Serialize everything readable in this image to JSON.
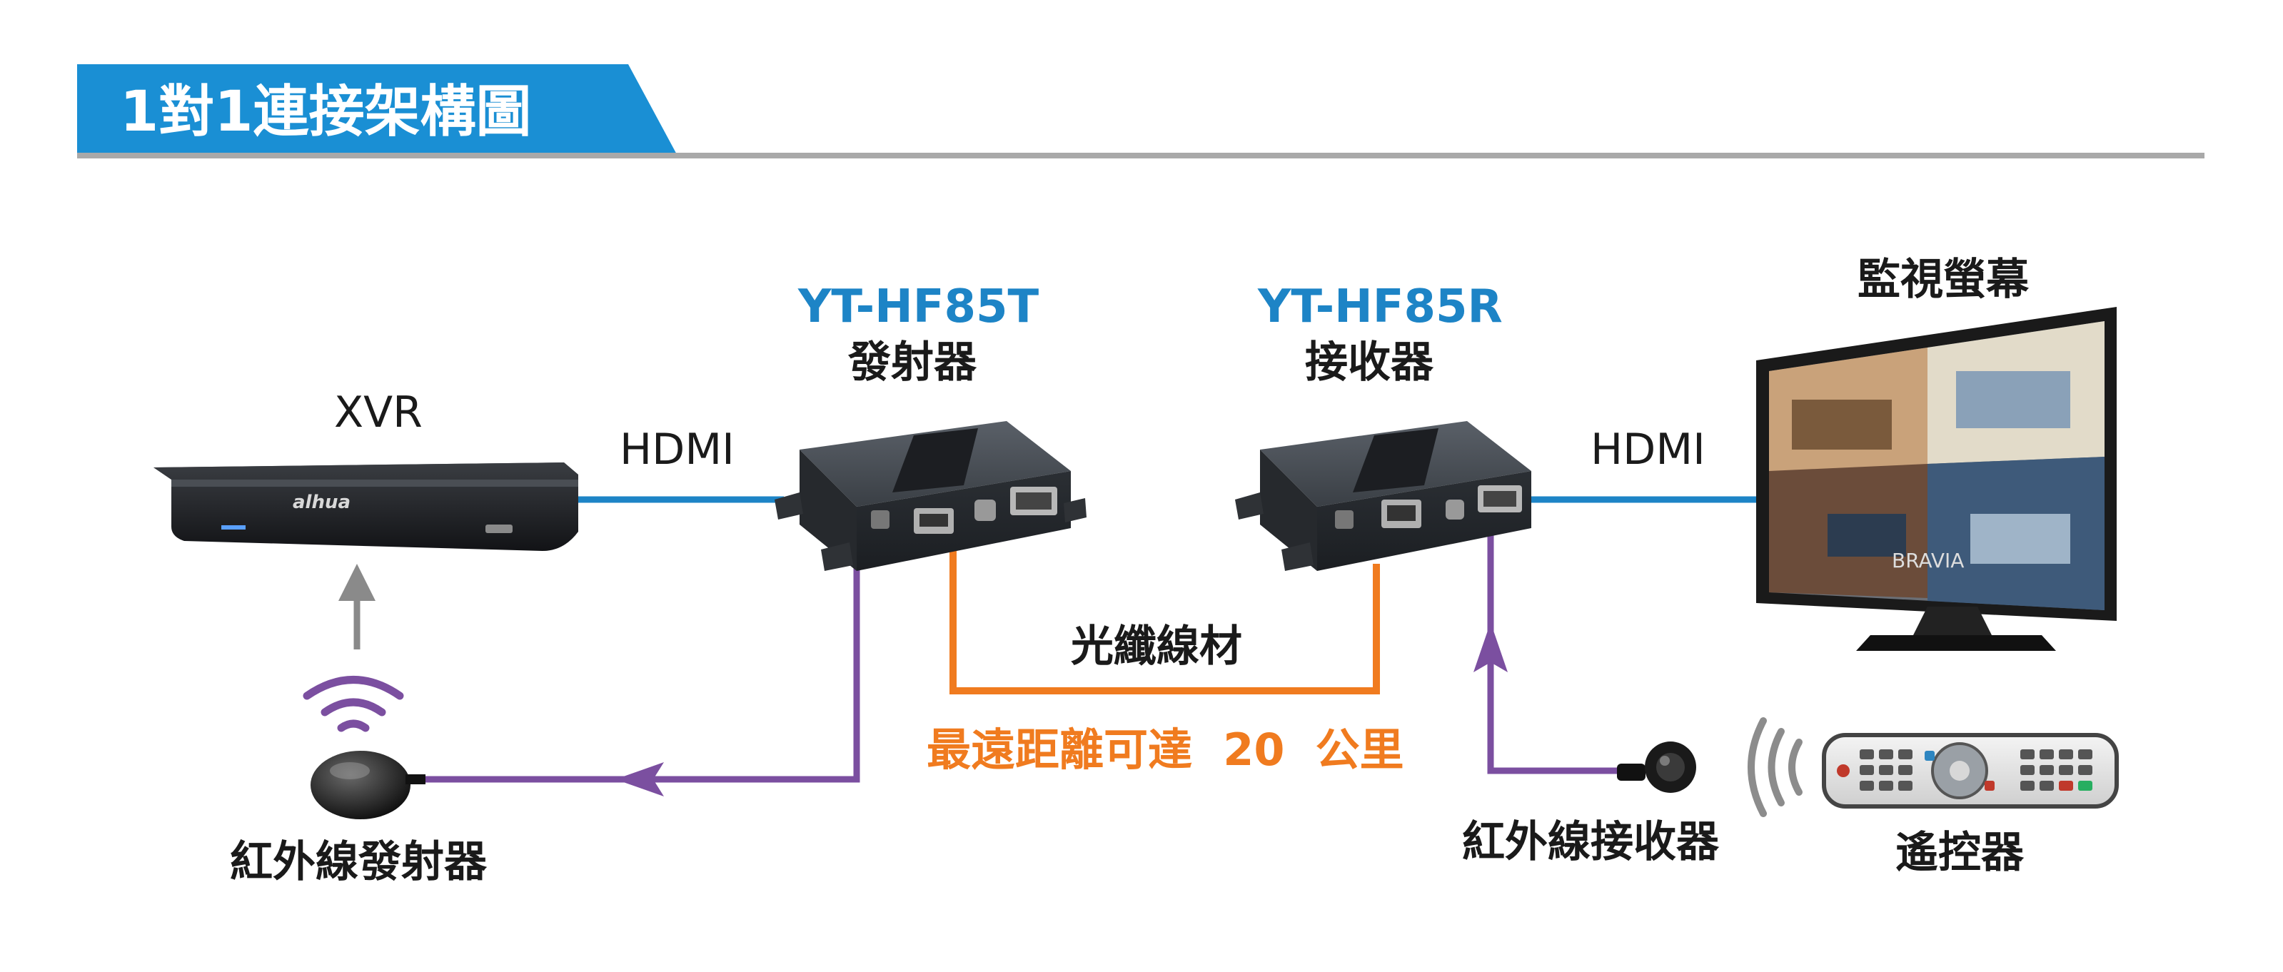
{
  "header": {
    "title": "1對1連接架構圖"
  },
  "labels": {
    "xvr": "XVR",
    "hdmi_left": "HDMI",
    "hdmi_right": "HDMI",
    "transmitter_model": "YT-HF85T",
    "transmitter_name": "發射器",
    "receiver_model": "YT-HF85R",
    "receiver_name": "接收器",
    "monitor": "監視螢幕",
    "fiber_cable": "光纖線材",
    "distance_text": "最遠距離可達",
    "distance_value": "20",
    "distance_unit": "公里",
    "ir_emitter": "紅外線發射器",
    "ir_receiver": "紅外線接收器",
    "remote": "遙控器",
    "dvr_brand": "alhua",
    "tv_brand": "BRAVIA"
  },
  "colors": {
    "header_blue": "#1a8fd4",
    "hdmi_line": "#1d84c6",
    "fiber_line": "#f07b1f",
    "ir_line": "#7b4fa0",
    "arrow_gray": "#8a8a8a",
    "divider": "#a9a9a9"
  },
  "icons": [
    "wifi-signal-icon",
    "ir-emitter-puck-icon",
    "ir-receiver-eye-icon",
    "remote-control-icon",
    "signal-wave-icon",
    "up-arrow-icon"
  ]
}
